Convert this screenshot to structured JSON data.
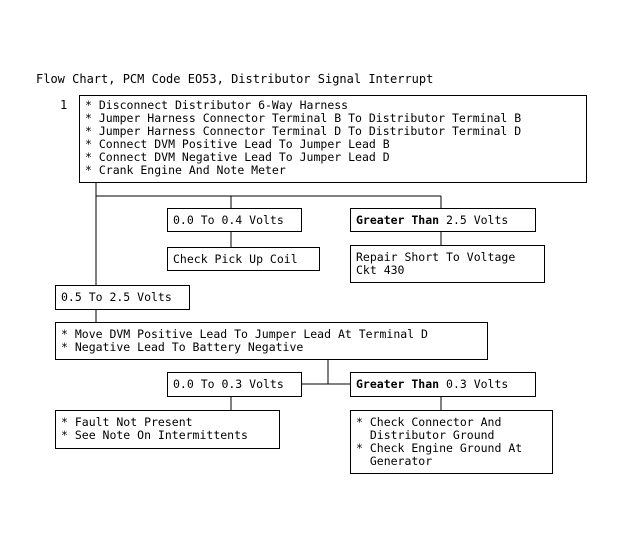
{
  "title": "Flow Chart, PCM Code EO53, Distributor Signal Interrupt",
  "step_number": "1",
  "step1": {
    "lines": [
      "* Disconnect Distributor 6-Way Harness",
      "* Jumper Harness Connector Terminal B To Distributor Terminal B",
      "* Jumper Harness Connector Terminal D To Distributor Terminal D",
      "* Connect DVM Positive Lead To Jumper Lead B",
      "* Connect DVM Negative Lead To Jumper Lead D",
      "* Crank Engine And Note Meter"
    ]
  },
  "result_low": "0.0 To 0.4 Volts",
  "result_high": {
    "bold": "Greater Than",
    "rest": " 2.5 Volts"
  },
  "action_pickup": "Check Pick Up Coil",
  "action_repair": {
    "line1": "Repair Short To Voltage",
    "line2": "Ckt 430"
  },
  "result_mid": "0.5 To 2.5 Volts",
  "step2": {
    "lines": [
      "* Move DVM Positive Lead To Jumper Lead At Terminal D",
      "* Negative Lead To Battery Negative"
    ]
  },
  "result2_low": "0.0 To 0.3 Volts",
  "result2_high": {
    "bold": "Greater Than",
    "rest": " 0.3 Volts"
  },
  "action_fault": {
    "line1": "* Fault Not Present",
    "line2": "* See Note On Intermittents"
  },
  "action_check": {
    "line1": "* Check Connector And",
    "line2": "  Distributor Ground",
    "line3": "* Check Engine Ground At",
    "line4": "  Generator"
  }
}
